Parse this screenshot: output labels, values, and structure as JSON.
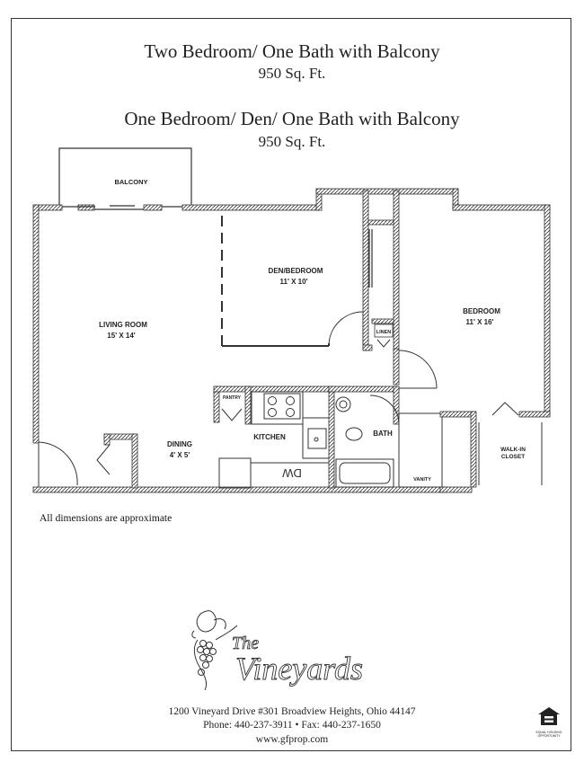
{
  "header": {
    "plan1_title": "Two Bedroom/ One Bath with Balcony",
    "plan1_area": "950 Sq. Ft.",
    "plan2_title": "One Bedroom/ Den/ One Bath with Balcony",
    "plan2_area": "950 Sq. Ft."
  },
  "rooms": {
    "balcony": "BALCONY",
    "den_name": "DEN/BEDROOM",
    "den_size": "11' X 10'",
    "living_name": "LIVING ROOM",
    "living_size": "15' X 14'",
    "bedroom_name": "BEDROOM",
    "bedroom_size": "11' X 16'",
    "linen": "LINEN",
    "pantry": "PANTRY",
    "kitchen": "KITCHEN",
    "bath": "BATH",
    "dining_name": "DINING",
    "dining_size": "4' X 5'",
    "closet_line1": "WALK-IN",
    "closet_line2": "CLOSET",
    "vanity": "VANITY",
    "dw": "DW"
  },
  "note": "All dimensions are approximate",
  "logo": {
    "line1": "The",
    "line2": "Vineyards"
  },
  "footer": {
    "address": "1200 Vineyard Drive #301 Broadview Heights, Ohio 44147",
    "phone_fax": "Phone: 440-237-3911 • Fax: 440-237-1650",
    "website": "www.gfprop.com"
  },
  "badge": {
    "line1": "EQUAL HOUSING",
    "line2": "OPPORTUNITY"
  }
}
